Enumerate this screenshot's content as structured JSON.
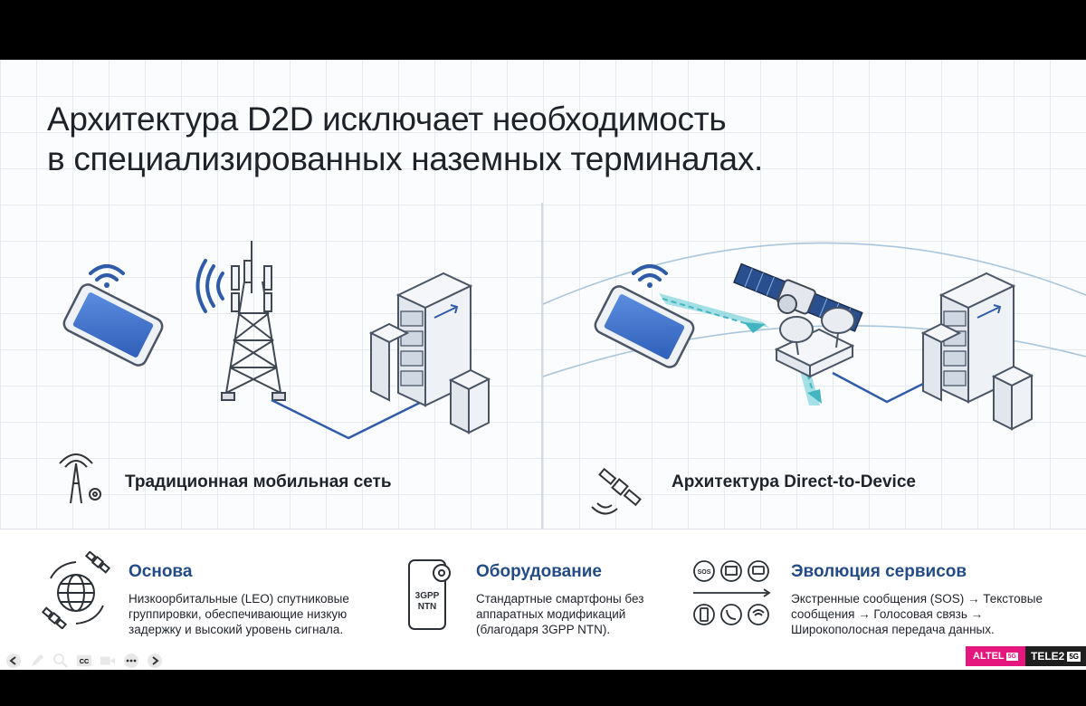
{
  "slide": {
    "title_line1": "Архитектура D2D исключает необходимость",
    "title_line2": "в специализированных наземных терминалах."
  },
  "left_panel": {
    "caption": "Традиционная мобильная сеть"
  },
  "right_panel": {
    "caption": "Архитектура Direct-to-Device"
  },
  "features": [
    {
      "title": "Основа",
      "text": "Низкоорбитальные (LEO) спутниковые группировки, обеспечивающие низкую задержку и высокий уровень сигнала.",
      "icon": "globe-satellites-icon"
    },
    {
      "title": "Оборудование",
      "text": "Стандартные смартфоны без аппаратных модификаций (благодаря 3GPP NTN).",
      "icon": "phone-gear-icon",
      "icon_text": "3GPP\nNTN",
      "icon_text_line1": "3GPP",
      "icon_text_line2": "NTN"
    },
    {
      "title": "Эволюция сервисов",
      "text": "Экстренные сообщения (SOS) → Текстовые сообщения → Голосовая связь → Широкополосная передача данных.",
      "icon": "services-icons",
      "sos_label": "SOS"
    }
  ],
  "toolbar": {
    "icons": [
      "back-icon",
      "pen-icon",
      "zoom-icon",
      "captions-icon",
      "camera-icon",
      "more-icon",
      "forward-icon"
    ],
    "cc_label": "CC"
  },
  "logos": {
    "altel": "ALTEL",
    "altel_badge": "5G",
    "tele2": "TELE2",
    "tele2_badge": "5G"
  },
  "colors": {
    "accent": "#234c86",
    "line": "#2f5ca8",
    "screen": "#3f72c9",
    "beam": "#5fc6cf",
    "altel": "#e5177e"
  }
}
